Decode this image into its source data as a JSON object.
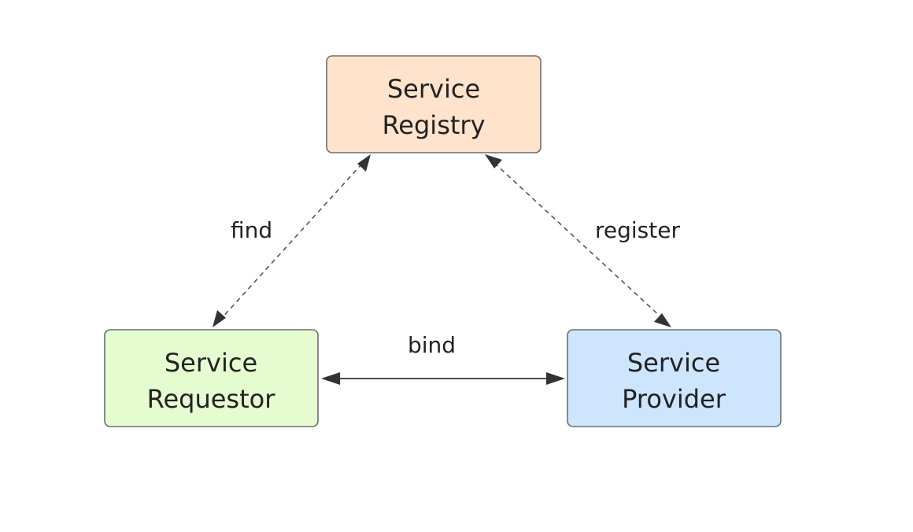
{
  "colors": {
    "registry_fill": "#ffe3cc",
    "requestor_fill": "#e4fcd0",
    "provider_fill": "#cde5fd",
    "border": "#6e6e6e",
    "edge": "#555555"
  },
  "nodes": {
    "registry": {
      "line1": "Service",
      "line2": "Registry"
    },
    "requestor": {
      "line1": "Service",
      "line2": "Requestor"
    },
    "provider": {
      "line1": "Service",
      "line2": "Provider"
    }
  },
  "edges": {
    "find": {
      "label": "find",
      "style": "dashed",
      "direction": "both"
    },
    "register": {
      "label": "register",
      "style": "dashed",
      "direction": "both"
    },
    "bind": {
      "label": "bind",
      "style": "solid",
      "direction": "both"
    }
  }
}
